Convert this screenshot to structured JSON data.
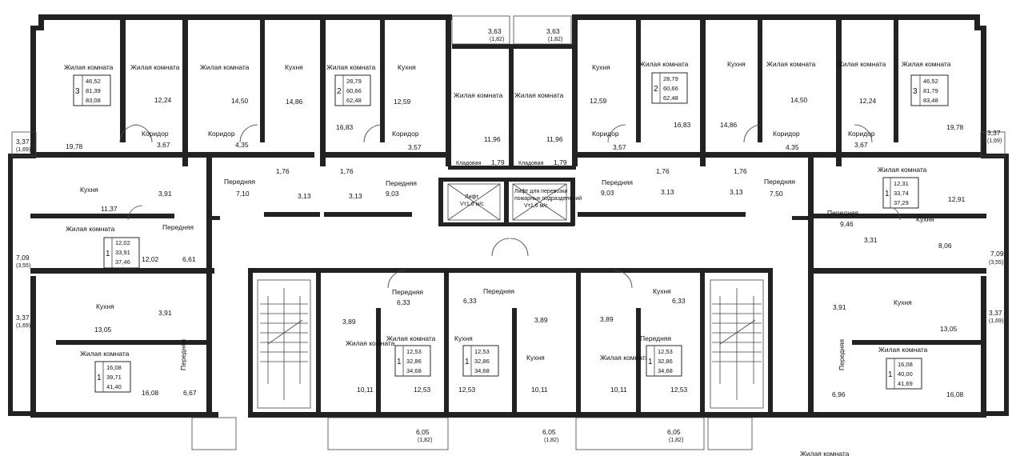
{
  "apartments": [
    {
      "id": "a1",
      "rooms": "3",
      "areas": [
        "46,52",
        "81,39",
        "83,08"
      ]
    },
    {
      "id": "a2",
      "rooms": "2",
      "areas": [
        "28,79",
        "60,66",
        "62,48"
      ]
    },
    {
      "id": "a3",
      "rooms": "2",
      "areas": [
        "28,79",
        "60,66",
        "62,48"
      ]
    },
    {
      "id": "a4",
      "rooms": "3",
      "areas": [
        "46,52",
        "81,79",
        "83,48"
      ]
    },
    {
      "id": "a5",
      "rooms": "1",
      "areas": [
        "12,31",
        "33,74",
        "37,29"
      ]
    },
    {
      "id": "a6",
      "rooms": "1",
      "areas": [
        "12,02",
        "33,91",
        "37,46"
      ]
    },
    {
      "id": "a7",
      "rooms": "1",
      "areas": [
        "16,08",
        "39,71",
        "41,40"
      ]
    },
    {
      "id": "a8",
      "rooms": "1",
      "areas": [
        "12,53",
        "32,86",
        "34,68"
      ]
    },
    {
      "id": "a9",
      "rooms": "1",
      "areas": [
        "12,53",
        "32,86",
        "34,68"
      ]
    },
    {
      "id": "a10",
      "rooms": "1",
      "areas": [
        "12,53",
        "32,86",
        "34,68"
      ]
    },
    {
      "id": "a11",
      "rooms": "1",
      "areas": [
        "16,08",
        "40,00",
        "41,69"
      ]
    }
  ],
  "labels": [
    {
      "id": "l1",
      "text": "Жилая комната"
    },
    {
      "id": "l2",
      "text": "Жилая комната"
    },
    {
      "id": "l3",
      "text": "Жилая комната"
    },
    {
      "id": "l4",
      "text": "Кухня"
    },
    {
      "id": "l5",
      "text": "Жилая комната"
    },
    {
      "id": "l6",
      "text": "Кухня"
    },
    {
      "id": "l7",
      "text": "Жилая комната"
    },
    {
      "id": "l8",
      "text": "Жилая комната"
    },
    {
      "id": "l9",
      "text": "Кухня"
    },
    {
      "id": "l10",
      "text": "Жилая комната"
    },
    {
      "id": "l11",
      "text": "Кухня"
    },
    {
      "id": "l12",
      "text": "Жилая комната"
    },
    {
      "id": "l13",
      "text": "Жилая комната"
    },
    {
      "id": "l14",
      "text": "Жилая комната"
    },
    {
      "id": "l15",
      "text": "Коридор"
    },
    {
      "id": "l16",
      "text": "Коридор"
    },
    {
      "id": "l17",
      "text": "Коридор"
    },
    {
      "id": "l18",
      "text": "Коридор"
    },
    {
      "id": "l19",
      "text": "Коридор"
    },
    {
      "id": "l20",
      "text": "Коридор"
    },
    {
      "id": "l21",
      "text": "Кладовая"
    },
    {
      "id": "l22",
      "text": "Кладовая"
    },
    {
      "id": "l23",
      "text": "Кухня"
    },
    {
      "id": "l24",
      "text": "Жилая комната"
    },
    {
      "id": "l25",
      "text": "Передняя"
    },
    {
      "id": "l26",
      "text": "Передняя"
    },
    {
      "id": "l27",
      "text": "Передняя"
    },
    {
      "id": "l28",
      "text": "Передняя"
    },
    {
      "id": "l29",
      "text": "Передняя"
    },
    {
      "id": "l30",
      "text": "Жилая комната"
    },
    {
      "id": "l31",
      "text": "Кухня"
    },
    {
      "id": "l32",
      "text": "Передняя"
    },
    {
      "id": "l33",
      "text": "Кухня"
    },
    {
      "id": "l34",
      "text": "Кухня"
    },
    {
      "id": "l35",
      "text": "Жилая комната"
    },
    {
      "id": "l36",
      "text": "Передняя"
    },
    {
      "id": "l37",
      "text": "Передняя"
    },
    {
      "id": "l38",
      "text": "Передняя"
    },
    {
      "id": "l39",
      "text": "Передняя"
    },
    {
      "id": "l40",
      "text": "Кухня"
    },
    {
      "id": "l41",
      "text": "Жилая комната"
    },
    {
      "id": "l42",
      "text": "Жилая комната"
    },
    {
      "id": "l43",
      "text": "Кухня"
    },
    {
      "id": "l44",
      "text": "Кухня"
    },
    {
      "id": "l45",
      "text": "Жилая комната"
    },
    {
      "id": "l46",
      "text": "Передняя"
    },
    {
      "id": "l47",
      "text": "Жилая комната"
    },
    {
      "id": "l48",
      "text": "Жилая комната"
    }
  ],
  "numbers": [
    {
      "id": "n1",
      "text": "19,78"
    },
    {
      "id": "n2",
      "text": "12,24"
    },
    {
      "id": "n3",
      "text": "14,50"
    },
    {
      "id": "n4",
      "text": "14,86"
    },
    {
      "id": "n5",
      "text": "16,83"
    },
    {
      "id": "n6",
      "text": "12,59"
    },
    {
      "id": "n7",
      "text": "11,96"
    },
    {
      "id": "n8",
      "text": "11,96"
    },
    {
      "id": "n9",
      "text": "12,59"
    },
    {
      "id": "n10",
      "text": "16,83"
    },
    {
      "id": "n11",
      "text": "14,86"
    },
    {
      "id": "n12",
      "text": "14,50"
    },
    {
      "id": "n13",
      "text": "12,24"
    },
    {
      "id": "n14",
      "text": "19,78"
    },
    {
      "id": "n15",
      "text": "3,67"
    },
    {
      "id": "n16",
      "text": "4,35"
    },
    {
      "id": "n17",
      "text": "3,57"
    },
    {
      "id": "n18",
      "text": "1,79"
    },
    {
      "id": "n19",
      "text": "1,79"
    },
    {
      "id": "n20",
      "text": "3,57"
    },
    {
      "id": "n21",
      "text": "4,35"
    },
    {
      "id": "n22",
      "text": "3,67"
    },
    {
      "id": "n23",
      "text": "1,76"
    },
    {
      "id": "n24",
      "text": "1,76"
    },
    {
      "id": "n25",
      "text": "1,76"
    },
    {
      "id": "n26",
      "text": "1,76"
    },
    {
      "id": "n27",
      "text": "3,13"
    },
    {
      "id": "n28",
      "text": "3,13"
    },
    {
      "id": "n29",
      "text": "3,13"
    },
    {
      "id": "n30",
      "text": "3,13"
    },
    {
      "id": "n31",
      "text": "7,10"
    },
    {
      "id": "n32",
      "text": "9,03"
    },
    {
      "id": "n33",
      "text": "9,03"
    },
    {
      "id": "n34",
      "text": "7,50"
    },
    {
      "id": "n35",
      "text": "11,37"
    },
    {
      "id": "n36",
      "text": "3,91"
    },
    {
      "id": "n37",
      "text": "12,02"
    },
    {
      "id": "n38",
      "text": "6,61"
    },
    {
      "id": "n39",
      "text": "13,05"
    },
    {
      "id": "n40",
      "text": "3,91"
    },
    {
      "id": "n41",
      "text": "16,08"
    },
    {
      "id": "n42",
      "text": "6,67"
    },
    {
      "id": "n43",
      "text": "12,91"
    },
    {
      "id": "n44",
      "text": "9,46"
    },
    {
      "id": "n45",
      "text": "3,31"
    },
    {
      "id": "n46",
      "text": "8,06"
    },
    {
      "id": "n47",
      "text": "3,91"
    },
    {
      "id": "n48",
      "text": "13,05"
    },
    {
      "id": "n49",
      "text": "6,96"
    },
    {
      "id": "n50",
      "text": "16,08"
    },
    {
      "id": "n51",
      "text": "6,33"
    },
    {
      "id": "n52",
      "text": "3,89"
    },
    {
      "id": "n53",
      "text": "10,11"
    },
    {
      "id": "n54",
      "text": "12,53"
    },
    {
      "id": "n55",
      "text": "6,33"
    },
    {
      "id": "n56",
      "text": "3,89"
    },
    {
      "id": "n57",
      "text": "12,53"
    },
    {
      "id": "n58",
      "text": "10,11"
    },
    {
      "id": "n59",
      "text": "3,89"
    },
    {
      "id": "n60",
      "text": "6,33"
    },
    {
      "id": "n61",
      "text": "10,11"
    },
    {
      "id": "n62",
      "text": "12,53"
    }
  ],
  "balconies": [
    {
      "id": "b1",
      "area": "3,63",
      "half": "(1,82)"
    },
    {
      "id": "b2",
      "area": "3,63",
      "half": "(1,82)"
    },
    {
      "id": "b3",
      "area": "3,37",
      "half": "(1,69)"
    },
    {
      "id": "b4",
      "area": "3,37",
      "half": "(1,69)"
    },
    {
      "id": "b5",
      "area": "7,09",
      "half": "(3,55)"
    },
    {
      "id": "b6",
      "area": "7,09",
      "half": "(3,55)"
    },
    {
      "id": "b7",
      "area": "3,37",
      "half": "(1,69)"
    },
    {
      "id": "b8",
      "area": "3,37",
      "half": "(1,69)"
    },
    {
      "id": "b9",
      "area": "6,05",
      "half": "(1,82)"
    },
    {
      "id": "b10",
      "area": "6,05",
      "half": "(1,82)"
    },
    {
      "id": "b11",
      "area": "6,05",
      "half": "(1,82)"
    }
  ],
  "elevators": [
    {
      "id": "e1",
      "line1": "Лифт",
      "line2": "Vт1,6 м/с"
    },
    {
      "id": "e2",
      "line1": "Лифт для перевозки",
      "line2": "пожарных подразделений",
      "line3": "Vт1,6 м/с"
    }
  ]
}
